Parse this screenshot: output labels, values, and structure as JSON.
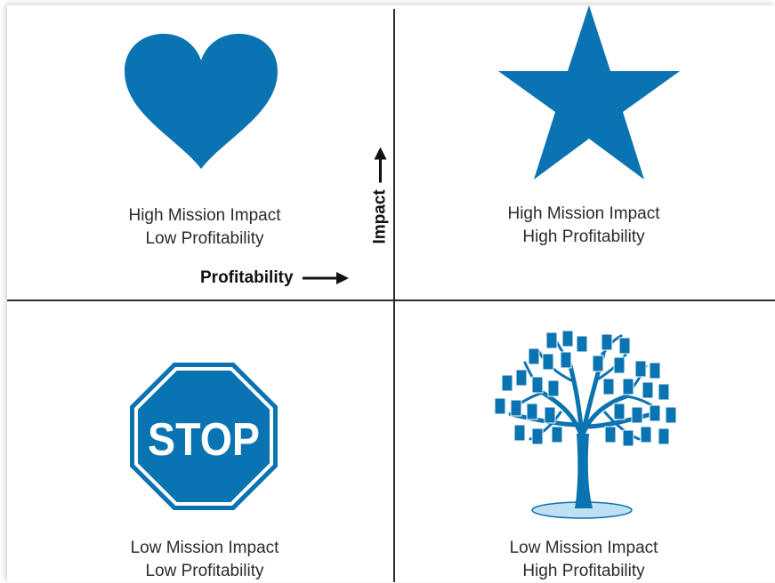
{
  "colors": {
    "accent": "#0a73b1",
    "line": "#2b2b2b"
  },
  "axes": {
    "x_label": "Profitability",
    "y_label": "Impact"
  },
  "quadrants": {
    "top_left": {
      "icon": "heart-icon",
      "line1": "High Mission Impact",
      "line2": "Low Profitability"
    },
    "top_right": {
      "icon": "star-icon",
      "line1": "High Mission Impact",
      "line2": "High Profitability"
    },
    "bottom_left": {
      "icon": "stop-sign-icon",
      "sign_text": "STOP",
      "line1": "Low Mission Impact",
      "line2": "Low Profitability"
    },
    "bottom_right": {
      "icon": "money-tree-icon",
      "line1": "Low Mission Impact",
      "line2": "High Profitability"
    }
  }
}
